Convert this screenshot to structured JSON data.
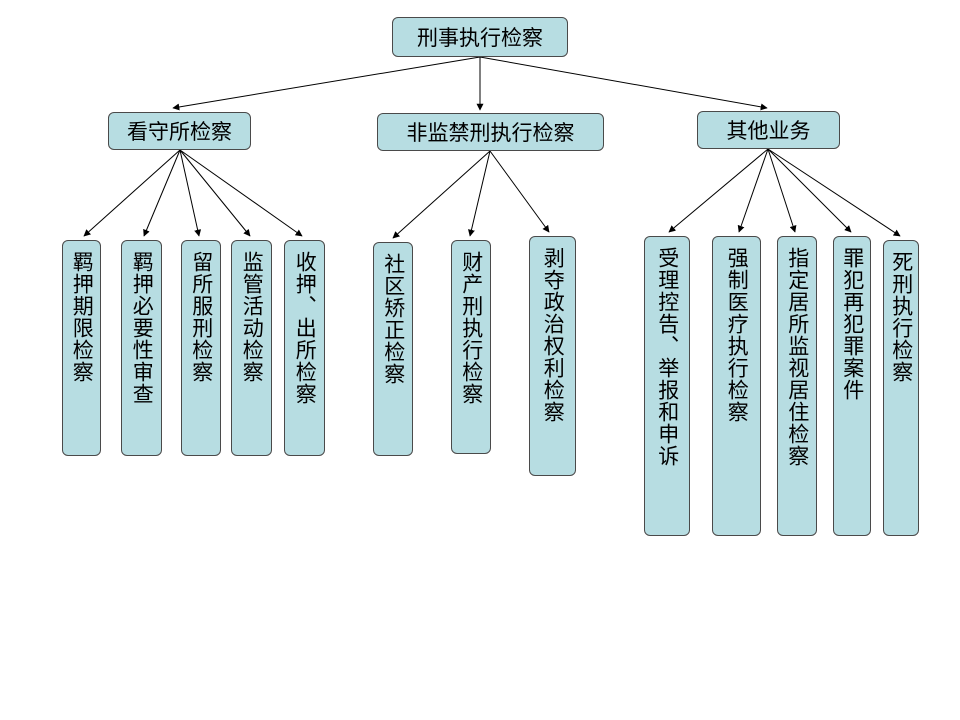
{
  "root": {
    "label": "刑事执行检察"
  },
  "branches": [
    {
      "label": "看守所检察",
      "children": [
        "羁押期限检察",
        "羁押必要性审查",
        "留所服刑检察",
        "监管活动检察",
        "收押、出所检察"
      ]
    },
    {
      "label": "非监禁刑执行检察",
      "children": [
        "社区矫正检察",
        "财产刑执行检察",
        "剥夺政治权利检察"
      ]
    },
    {
      "label": "其他业务",
      "children": [
        "受理控告、举报和申诉",
        "强制医疗执行检察",
        "指定居所监视居住检察",
        "罪犯再犯罪案件",
        "死刑执行检察"
      ]
    }
  ],
  "colors": {
    "node_fill": "#b7dde2",
    "node_border": "#4a4a4a",
    "connector": "#000000"
  }
}
